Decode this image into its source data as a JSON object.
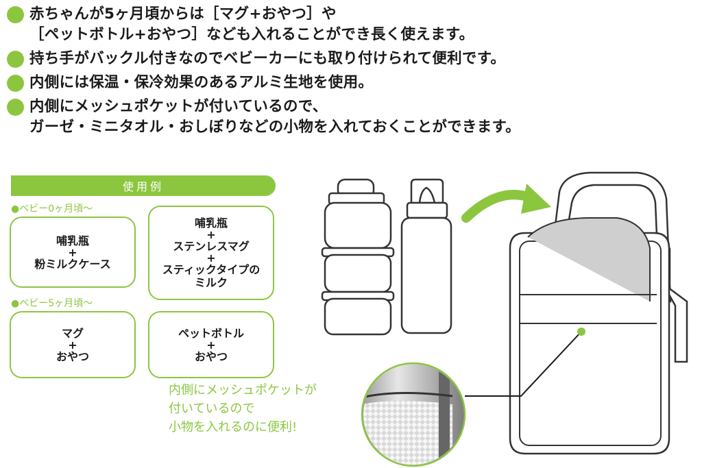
{
  "colors": {
    "accent": "#8cc63f",
    "text": "#1a1a1a",
    "line": "#333333"
  },
  "bullets": [
    {
      "lines": [
        "赤ちゃんが5ヶ月頃からは［マグ+おやつ］や",
        "［ペットボトル+おやつ］なども入れることができ長く使えます。"
      ]
    },
    {
      "lines": [
        "持ち手がバックル付きなのでベビーカーにも取り付けられて便利です。"
      ]
    },
    {
      "lines": [
        "内側には保温・保冷効果のあるアルミ生地を使用。"
      ]
    },
    {
      "lines": [
        "内側にメッシュポケットが付いているので、",
        "ガーゼ・ミニタオル・おしぼりなどの小物を入れておくことができます。"
      ]
    }
  ],
  "usage": {
    "title": "使用例",
    "plus": "+",
    "age_0": "●ベビー0ヶ月頃～",
    "age_5": "●ベビー5ヶ月頃～",
    "box_a": [
      "哺乳瓶",
      "粉ミルクケース"
    ],
    "box_b": [
      "哺乳瓶",
      "ステンレスマグ",
      "スティックタイプの",
      "ミルク"
    ],
    "box_c": [
      "マグ",
      "おやつ"
    ],
    "box_d": [
      "ペットボトル",
      "おやつ"
    ]
  },
  "note": {
    "lines": [
      "内側にメッシュポケットが",
      "付いているので",
      "小物を入れるのに便利!"
    ]
  }
}
